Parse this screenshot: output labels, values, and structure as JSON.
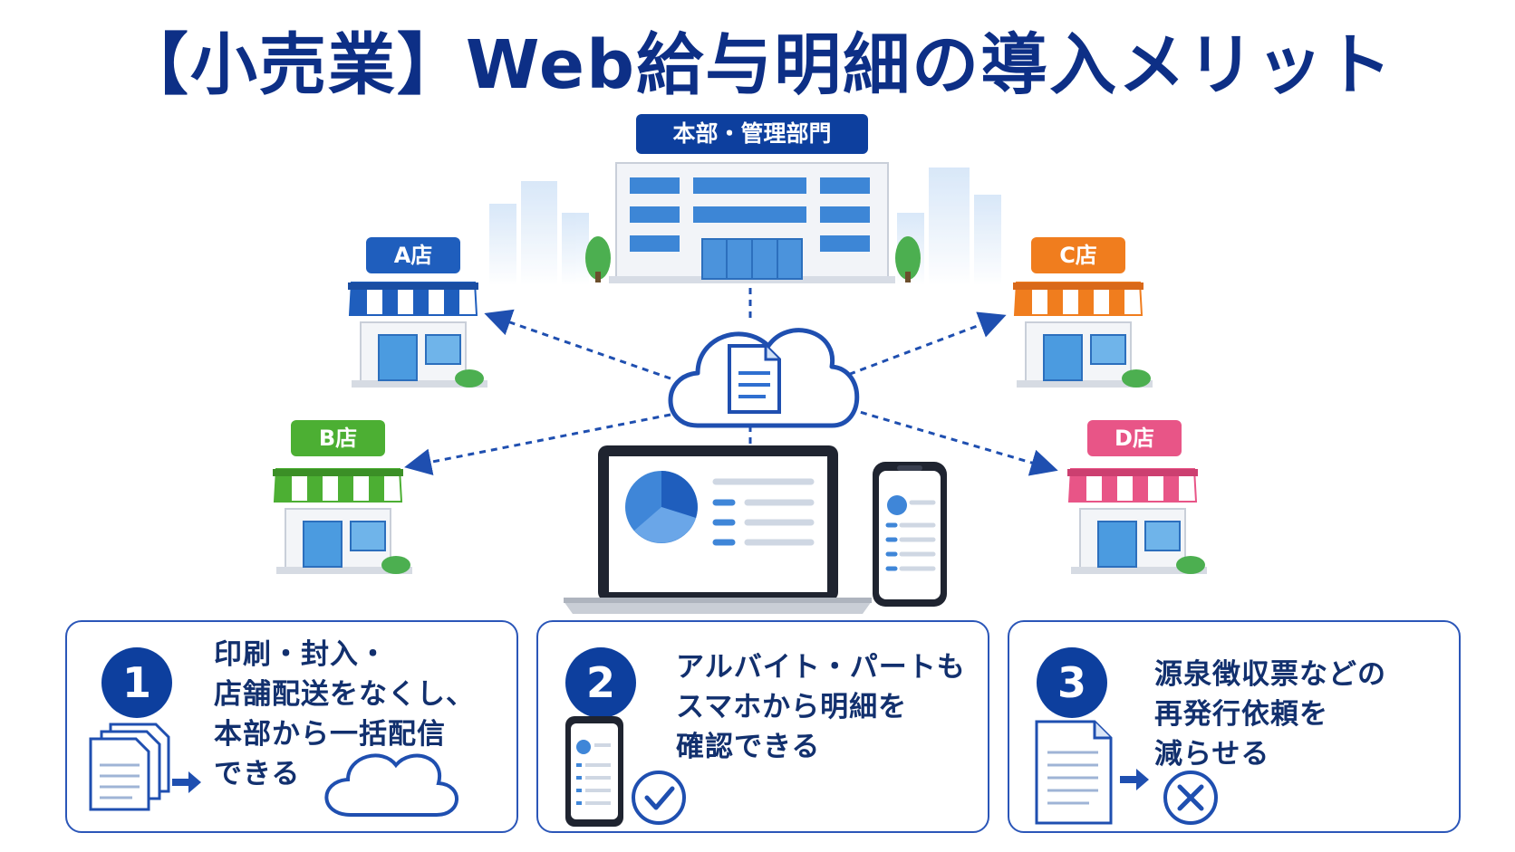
{
  "title": "【小売業】Web給与明細の導入メリット",
  "hq_label": "本部・管理部門",
  "stores": [
    {
      "label": "A店",
      "color": "#1f5ebd"
    },
    {
      "label": "B店",
      "color": "#4caf33"
    },
    {
      "label": "C店",
      "color": "#f07d1e"
    },
    {
      "label": "D店",
      "color": "#e85587"
    }
  ],
  "benefits": [
    {
      "number": "1",
      "text": "印刷・封入・\n店舗配送をなくし、\n本部から一括配信\nできる"
    },
    {
      "number": "2",
      "text": "アルバイト・パートも\nスマホから明細を\n確認できる"
    },
    {
      "number": "3",
      "text": "源泉徴収票などの\n再発行依頼を\n減らせる"
    }
  ],
  "colors": {
    "navy": "#0d2f86",
    "accent": "#1f5ebd"
  }
}
